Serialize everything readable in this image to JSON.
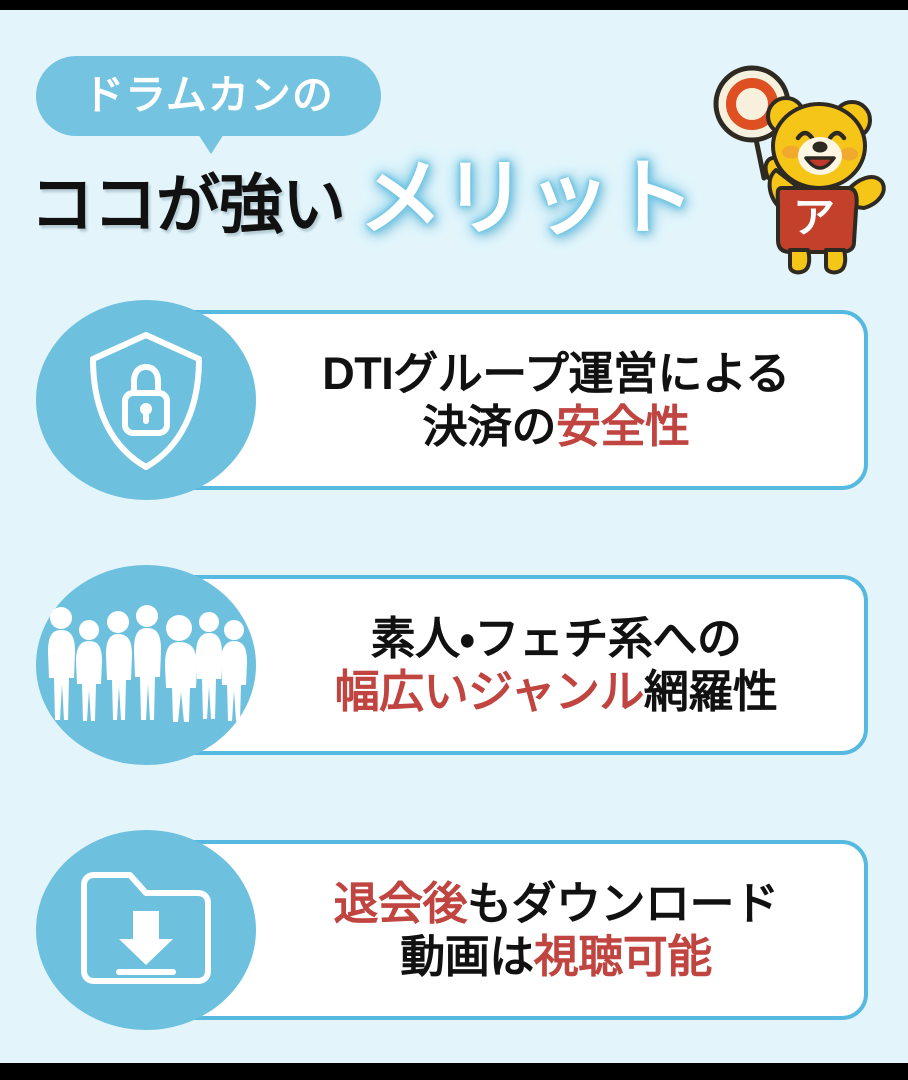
{
  "palette": {
    "background": "#e3f5fb",
    "letterbox": "#000000",
    "accent_blue": "#6ec1de",
    "bubble_blue": "#74c3e0",
    "card_border": "#55b9e0",
    "card_bg": "#ffffff",
    "highlight_red": "#c0443f",
    "text_black": "#111111",
    "mascot_body": "#f5c518",
    "mascot_shirt": "#c3402a",
    "sign_ring": "#de4f22",
    "sign_face": "#f7f0dc"
  },
  "header": {
    "bubble_label": "ドラムカンの",
    "title_black": "ココが強い",
    "title_white": "メリット",
    "mascot": {
      "name": "bear-mascot",
      "shirt_label": "ア",
      "sign_label": "◎"
    }
  },
  "cards": [
    {
      "icon": "shield-lock-icon",
      "line1": [
        {
          "text": "DTIグループ運営による",
          "highlight": false
        }
      ],
      "line2": [
        {
          "text": "決済の",
          "highlight": false
        },
        {
          "text": "安全性",
          "highlight": true
        }
      ]
    },
    {
      "icon": "people-crowd-icon",
      "line1": [
        {
          "text": "素人・フェチ系への",
          "highlight": false
        }
      ],
      "line2": [
        {
          "text": "幅広いジャンル",
          "highlight": true
        },
        {
          "text": "網羅性",
          "highlight": false
        }
      ]
    },
    {
      "icon": "folder-download-icon",
      "line1": [
        {
          "text": "退会後",
          "highlight": true
        },
        {
          "text": "もダウンロード",
          "highlight": false
        }
      ],
      "line2": [
        {
          "text": "動画は",
          "highlight": false
        },
        {
          "text": "視聴可能",
          "highlight": true
        }
      ]
    }
  ]
}
